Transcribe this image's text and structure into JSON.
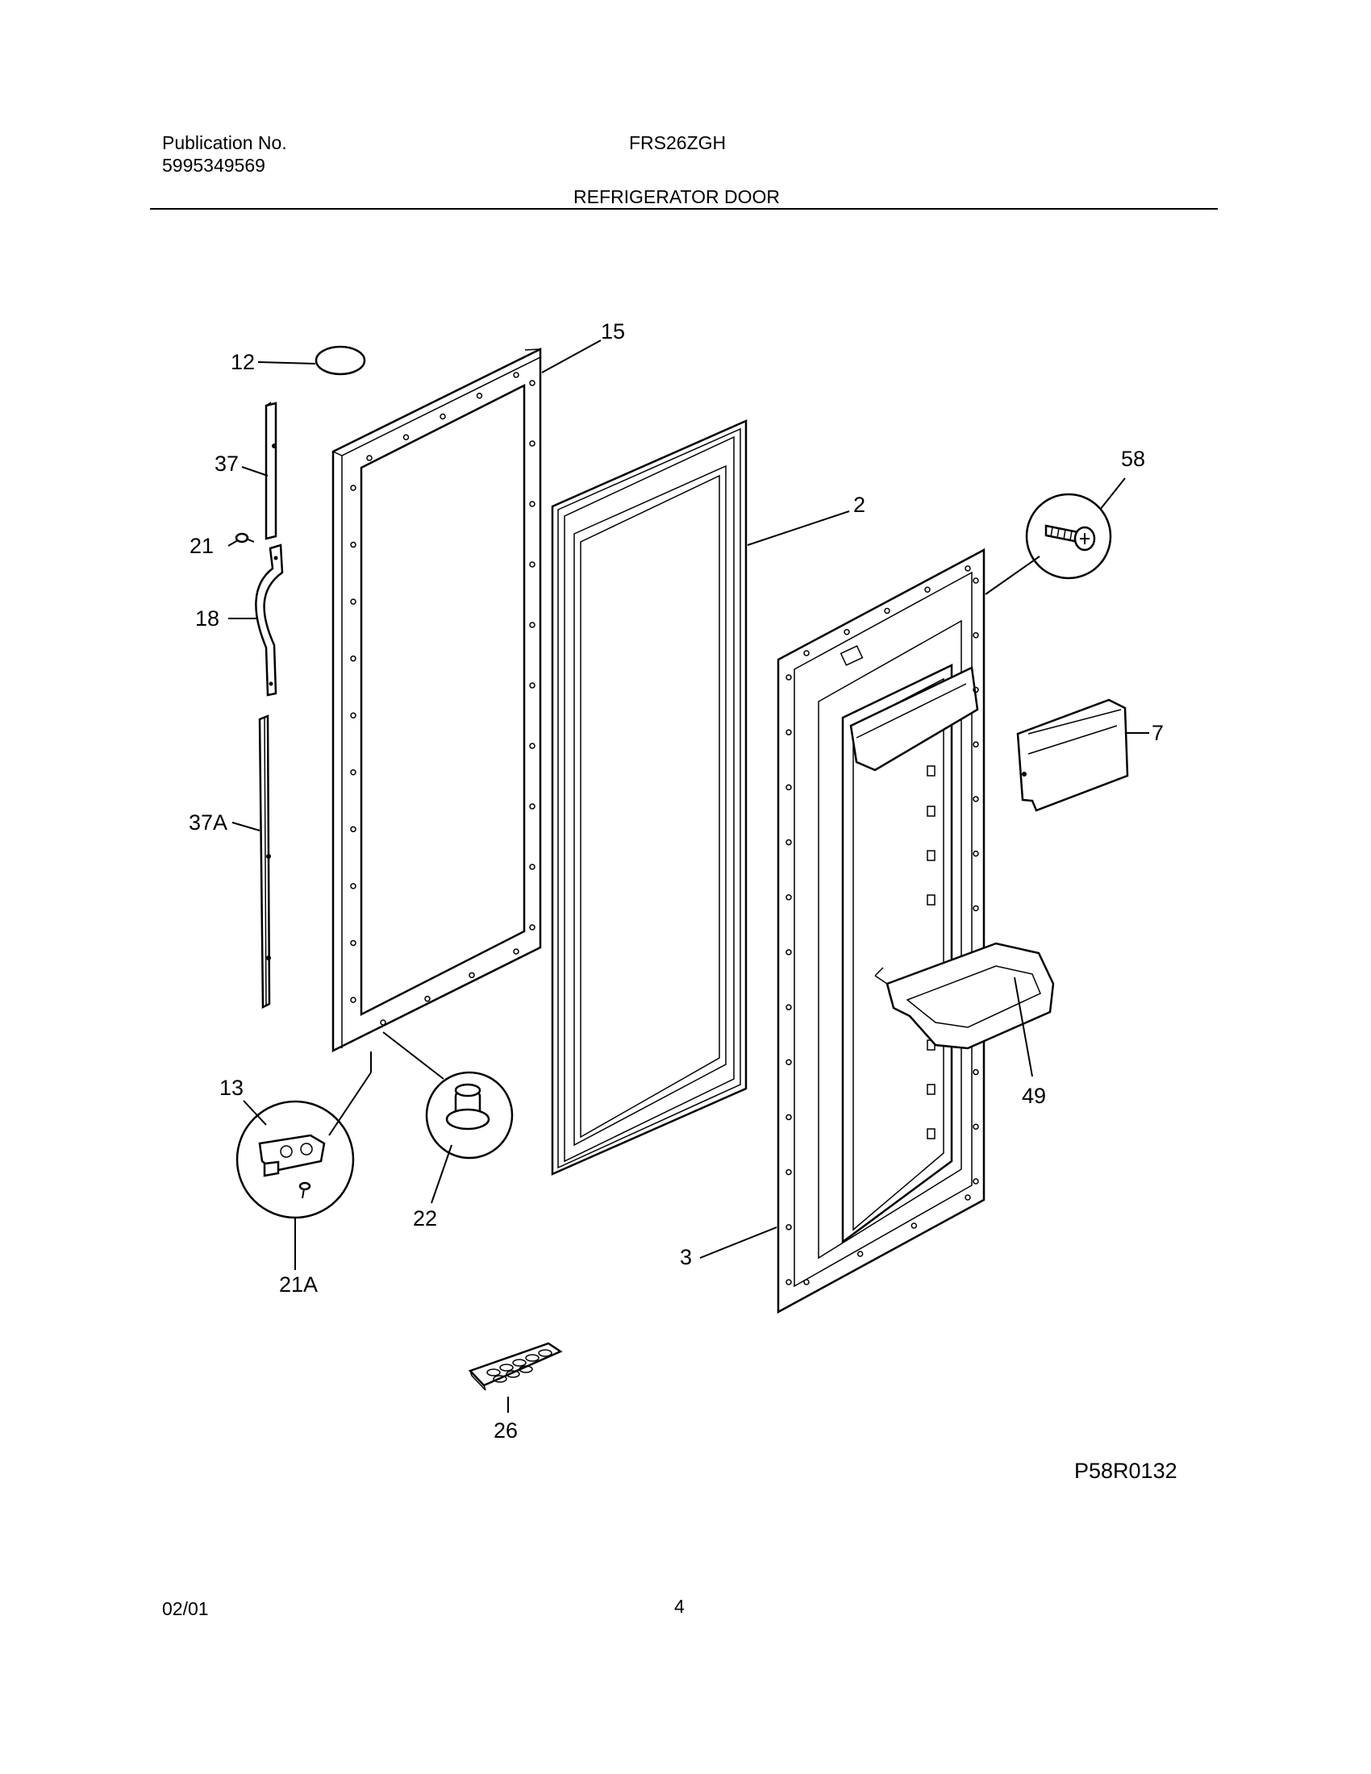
{
  "header": {
    "publication_label": "Publication No.",
    "publication_number": "5995349569",
    "model": "FRS26ZGH",
    "section_title": "REFRIGERATOR DOOR"
  },
  "diagram": {
    "callouts": {
      "p12": "12",
      "p15": "15",
      "p37": "37",
      "p21": "21",
      "p18": "18",
      "p37a": "37A",
      "p13": "13",
      "p21a": "21A",
      "p22": "22",
      "p26": "26",
      "p2": "2",
      "p58": "58",
      "p7": "7",
      "p49": "49",
      "p3": "3"
    },
    "figure_id": "P58R0132"
  },
  "footer": {
    "date": "02/01",
    "page_number": "4"
  }
}
